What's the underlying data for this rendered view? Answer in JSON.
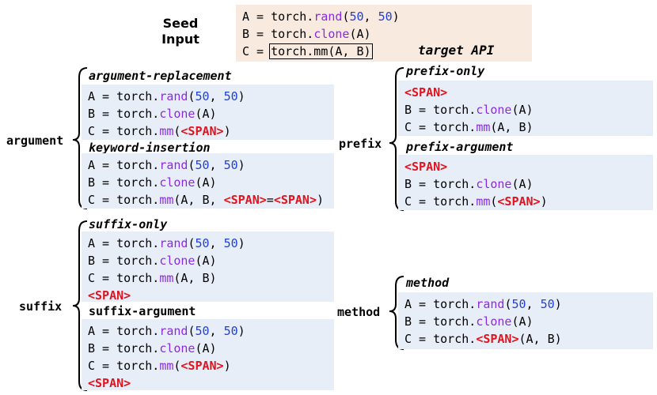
{
  "seed": {
    "label_line1": "Seed",
    "label_line2": "Input",
    "lines": [
      [
        {
          "t": "A = torch."
        },
        {
          "t": "rand",
          "c": "kw"
        },
        {
          "t": "("
        },
        {
          "t": "50",
          "c": "num"
        },
        {
          "t": ", "
        },
        {
          "t": "50",
          "c": "num"
        },
        {
          "t": ")"
        }
      ],
      [
        {
          "t": "B = torch."
        },
        {
          "t": "clone",
          "c": "kw"
        },
        {
          "t": "(A)"
        }
      ],
      [
        {
          "t": "C = "
        },
        {
          "t": "torch.mm(A, B)",
          "c": "target"
        }
      ]
    ],
    "target_label": "target API"
  },
  "categories": {
    "argument": "argument",
    "prefix": "prefix",
    "suffix": "suffix",
    "method": "method"
  },
  "blocks": {
    "argument_replacement": {
      "title": "argument-replacement",
      "lines": [
        [
          {
            "t": "A = torch."
          },
          {
            "t": "rand",
            "c": "kw"
          },
          {
            "t": "("
          },
          {
            "t": "50",
            "c": "num"
          },
          {
            "t": ", "
          },
          {
            "t": "50",
            "c": "num"
          },
          {
            "t": ")"
          }
        ],
        [
          {
            "t": "B = torch."
          },
          {
            "t": "clone",
            "c": "kw"
          },
          {
            "t": "(A)"
          }
        ],
        [
          {
            "t": "C = torch."
          },
          {
            "t": "mm",
            "c": "kw"
          },
          {
            "t": "("
          },
          {
            "t": "<SPAN>",
            "c": "span"
          },
          {
            "t": ")"
          }
        ]
      ]
    },
    "keyword_insertion": {
      "title": "keyword-insertion",
      "lines": [
        [
          {
            "t": "A = torch."
          },
          {
            "t": "rand",
            "c": "kw"
          },
          {
            "t": "("
          },
          {
            "t": "50",
            "c": "num"
          },
          {
            "t": ", "
          },
          {
            "t": "50",
            "c": "num"
          },
          {
            "t": ")"
          }
        ],
        [
          {
            "t": "B = torch."
          },
          {
            "t": "clone",
            "c": "kw"
          },
          {
            "t": "(A)"
          }
        ],
        [
          {
            "t": "C = torch."
          },
          {
            "t": "mm",
            "c": "kw"
          },
          {
            "t": "(A, B, "
          },
          {
            "t": "<SPAN>",
            "c": "span"
          },
          {
            "t": "="
          },
          {
            "t": "<SPAN>",
            "c": "span"
          },
          {
            "t": ")"
          }
        ]
      ]
    },
    "prefix_only": {
      "title": "prefix-only",
      "lines": [
        [
          {
            "t": "<SPAN>",
            "c": "span"
          }
        ],
        [
          {
            "t": "B = torch."
          },
          {
            "t": "clone",
            "c": "kw"
          },
          {
            "t": "(A)"
          }
        ],
        [
          {
            "t": "C = torch."
          },
          {
            "t": "mm",
            "c": "kw"
          },
          {
            "t": "(A, B)"
          }
        ]
      ]
    },
    "prefix_argument": {
      "title": "prefix-argument",
      "lines": [
        [
          {
            "t": "<SPAN>",
            "c": "span"
          }
        ],
        [
          {
            "t": "B = torch."
          },
          {
            "t": "clone",
            "c": "kw"
          },
          {
            "t": "(A)"
          }
        ],
        [
          {
            "t": "C = torch."
          },
          {
            "t": "mm",
            "c": "kw"
          },
          {
            "t": "("
          },
          {
            "t": "<SPAN>",
            "c": "span"
          },
          {
            "t": ")"
          }
        ]
      ]
    },
    "suffix_only": {
      "title": "suffix-only",
      "lines": [
        [
          {
            "t": "A = torch."
          },
          {
            "t": "rand",
            "c": "kw"
          },
          {
            "t": "("
          },
          {
            "t": "50",
            "c": "num"
          },
          {
            "t": ", "
          },
          {
            "t": "50",
            "c": "num"
          },
          {
            "t": ")"
          }
        ],
        [
          {
            "t": "B = torch."
          },
          {
            "t": "clone",
            "c": "kw"
          },
          {
            "t": "(A)"
          }
        ],
        [
          {
            "t": "C = torch."
          },
          {
            "t": "mm",
            "c": "kw"
          },
          {
            "t": "(A, B)"
          }
        ],
        [
          {
            "t": "<SPAN>",
            "c": "span"
          }
        ]
      ]
    },
    "suffix_argument": {
      "title": "suffix-argument",
      "lines": [
        [
          {
            "t": "A = torch."
          },
          {
            "t": "rand",
            "c": "kw"
          },
          {
            "t": "("
          },
          {
            "t": "50",
            "c": "num"
          },
          {
            "t": ", "
          },
          {
            "t": "50",
            "c": "num"
          },
          {
            "t": ")"
          }
        ],
        [
          {
            "t": "B = torch."
          },
          {
            "t": "clone",
            "c": "kw"
          },
          {
            "t": "(A)"
          }
        ],
        [
          {
            "t": "C = torch."
          },
          {
            "t": "mm",
            "c": "kw"
          },
          {
            "t": "("
          },
          {
            "t": "<SPAN>",
            "c": "span"
          },
          {
            "t": ")"
          }
        ],
        [
          {
            "t": "<SPAN>",
            "c": "span"
          }
        ]
      ]
    },
    "method": {
      "title": "method",
      "lines": [
        [
          {
            "t": "A = torch."
          },
          {
            "t": "rand",
            "c": "kw"
          },
          {
            "t": "("
          },
          {
            "t": "50",
            "c": "num"
          },
          {
            "t": ", "
          },
          {
            "t": "50",
            "c": "num"
          },
          {
            "t": ")"
          }
        ],
        [
          {
            "t": "B = torch."
          },
          {
            "t": "clone",
            "c": "kw"
          },
          {
            "t": "(A)"
          }
        ],
        [
          {
            "t": "C = torch."
          },
          {
            "t": "<SPAN>",
            "c": "span"
          },
          {
            "t": "(A, B)"
          }
        ]
      ]
    }
  },
  "colors": {
    "keyword": "#8a2be2",
    "number": "#1f3fd6",
    "span": "#e0141e",
    "code_bg": "#e8eef8",
    "seed_bg": "#f8eadf"
  }
}
